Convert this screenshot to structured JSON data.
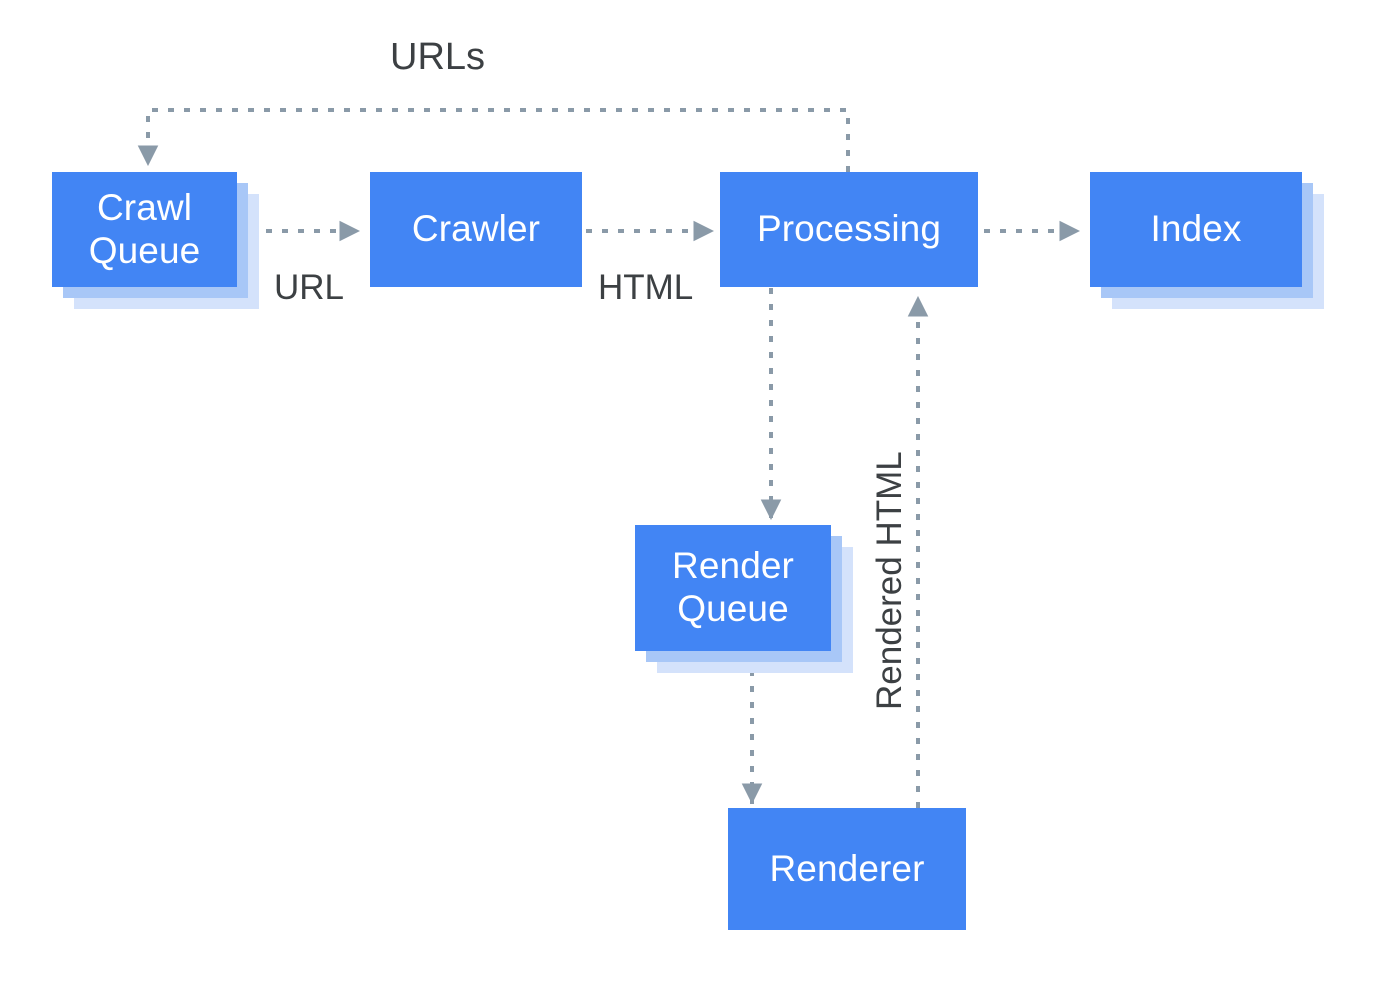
{
  "diagram": {
    "title": "URLs",
    "colors": {
      "node_fill": "#4285f4",
      "node_text": "#ffffff",
      "stack_mid": "#a8c7f7",
      "stack_back": "#d4e2fb",
      "connector": "#8a9aa8",
      "label_text": "#3c4043",
      "background": "#ffffff"
    },
    "nodes": [
      {
        "id": "crawl-queue",
        "label": "Crawl\nQueue",
        "stacked": true
      },
      {
        "id": "crawler",
        "label": "Crawler",
        "stacked": false
      },
      {
        "id": "processing",
        "label": "Processing",
        "stacked": false
      },
      {
        "id": "index",
        "label": "Index",
        "stacked": true
      },
      {
        "id": "render-queue",
        "label": "Render\nQueue",
        "stacked": true
      },
      {
        "id": "renderer",
        "label": "Renderer",
        "stacked": false
      }
    ],
    "edges": [
      {
        "id": "crawl-queue-to-crawler",
        "label": "URL",
        "from": "crawl-queue",
        "to": "crawler"
      },
      {
        "id": "crawler-to-processing",
        "label": "HTML",
        "from": "crawler",
        "to": "processing"
      },
      {
        "id": "processing-to-index",
        "label": "",
        "from": "processing",
        "to": "index"
      },
      {
        "id": "processing-to-crawl-queue",
        "label": "URLs",
        "from": "processing",
        "to": "crawl-queue"
      },
      {
        "id": "processing-to-render-queue",
        "label": "",
        "from": "processing",
        "to": "render-queue"
      },
      {
        "id": "render-queue-to-renderer",
        "label": "",
        "from": "render-queue",
        "to": "renderer"
      },
      {
        "id": "renderer-to-processing",
        "label": "Rendered HTML",
        "from": "renderer",
        "to": "processing"
      }
    ]
  }
}
